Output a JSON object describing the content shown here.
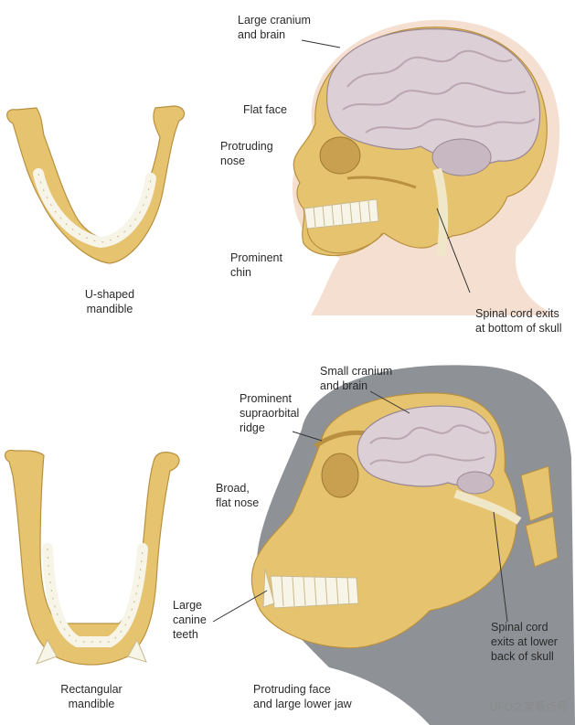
{
  "colors": {
    "bone": "#e6c46f",
    "bone_light": "#f2dc9c",
    "bone_dark": "#b89040",
    "tooth": "#f7f4e8",
    "brain": "#ddcfd6",
    "brain_fold": "#b9a6b1",
    "skin": "#f3d9c9",
    "ape_shadow": "#8e9196",
    "line": "#333333"
  },
  "human": {
    "jaw_label": "U-shaped\nmandible",
    "labels": {
      "cranium": "Large cranium\nand brain",
      "face": "Flat face",
      "nose": "Protruding\nnose",
      "chin": "Prominent\nchin",
      "spinal": "Spinal cord exits\nat bottom of skull"
    }
  },
  "ape": {
    "jaw_label": "Rectangular\nmandible",
    "labels": {
      "cranium": "Small cranium\nand brain",
      "ridge": "Prominent\nsupraorbital\nridge",
      "nose": "Broad,\nflat nose",
      "canine": "Large\ncanine\nteeth",
      "jaw": "Protruding face\nand large lower jaw",
      "spinal": "Spinal cord\nexits at lower\nback of skull"
    }
  },
  "watermark": "UFO之家看点号"
}
